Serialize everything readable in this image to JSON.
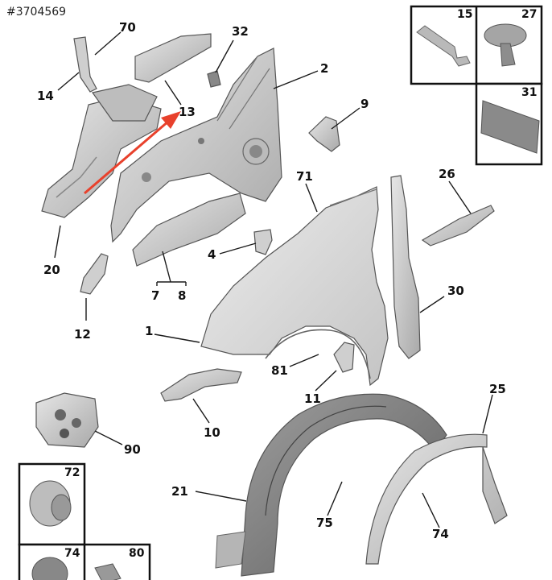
{
  "reference_id": "#3704569",
  "callouts": {
    "c1": "1",
    "c2": "2",
    "c4": "4",
    "c7": "7",
    "c8": "8",
    "c9": "9",
    "c10": "10",
    "c11": "11",
    "c12": "12",
    "c13": "13",
    "c14": "14",
    "c15": "15",
    "c20": "20",
    "c21": "21",
    "c25": "25",
    "c26": "26",
    "c27": "27",
    "c30": "30",
    "c31": "31",
    "c32": "32",
    "c70": "70",
    "c71": "71",
    "c72": "72",
    "c74": "74",
    "c74b": "74",
    "c75": "75",
    "c80": "80",
    "c81": "81",
    "c90": "90"
  },
  "colors": {
    "arrow": "#e8412c",
    "part_fill": "#d9d9d9",
    "part_dark": "#9a9a9a",
    "frame": "#111111"
  }
}
